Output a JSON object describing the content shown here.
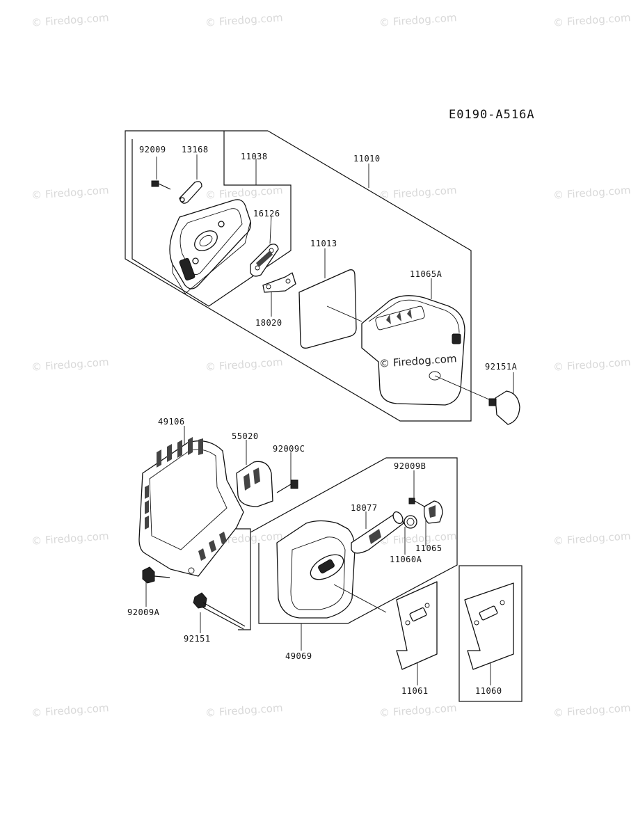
{
  "diagram_code": "E0190-A516A",
  "watermark_text": "© Firedog.com",
  "center_watermark_text": "© Firedog.com",
  "part_labels": {
    "p92009": "92009",
    "p13168": "13168",
    "p11038": "11038",
    "p11010": "11010",
    "p16126": "16126",
    "p11013": "11013",
    "p11065A": "11065A",
    "p18020": "18020",
    "p92151A": "92151A",
    "p49106": "49106",
    "p55020": "55020",
    "p92009C": "92009C",
    "p92009B": "92009B",
    "p18077": "18077",
    "p11065": "11065",
    "p11060A": "11060A",
    "p92009A": "92009A",
    "p92151": "92151",
    "p49069": "49069",
    "p11061": "11061",
    "p11060": "11060"
  }
}
